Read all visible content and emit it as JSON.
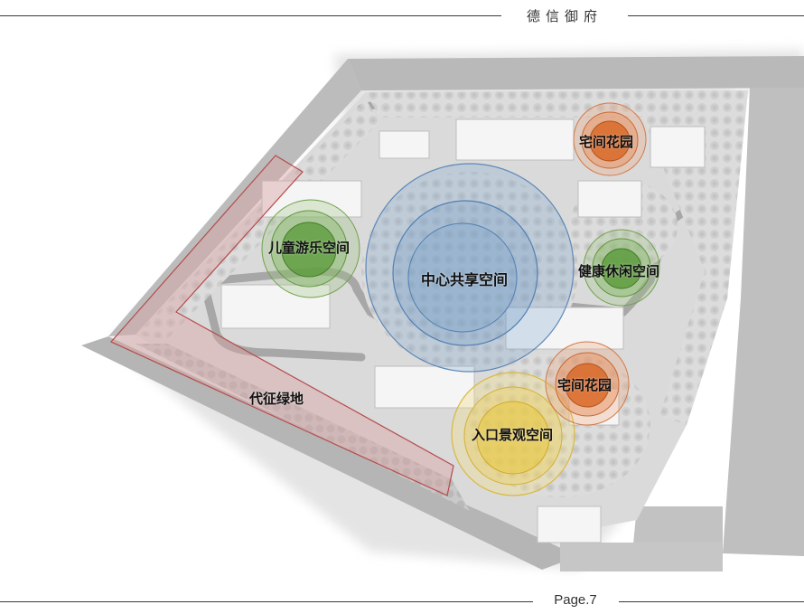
{
  "header": {
    "title": "德信御府"
  },
  "footer": {
    "page_label": "Page.7"
  },
  "zones": {
    "central_shared": "中心共享空间",
    "children_play": "儿童游乐空间",
    "fitness_leisure": "健康休闲空间",
    "garden_north": "宅间花园",
    "garden_south": "宅间花园",
    "entrance": "入口景观空间",
    "requisition_green": "代征绿地"
  },
  "colors": {
    "central": "#6f9ac4",
    "green": "#5a9a3a",
    "orange": "#d86a2a",
    "yellow": "#e8c740",
    "requisition": "#c97878",
    "road": "#b8b8b8",
    "building": "#f4f4f4"
  }
}
